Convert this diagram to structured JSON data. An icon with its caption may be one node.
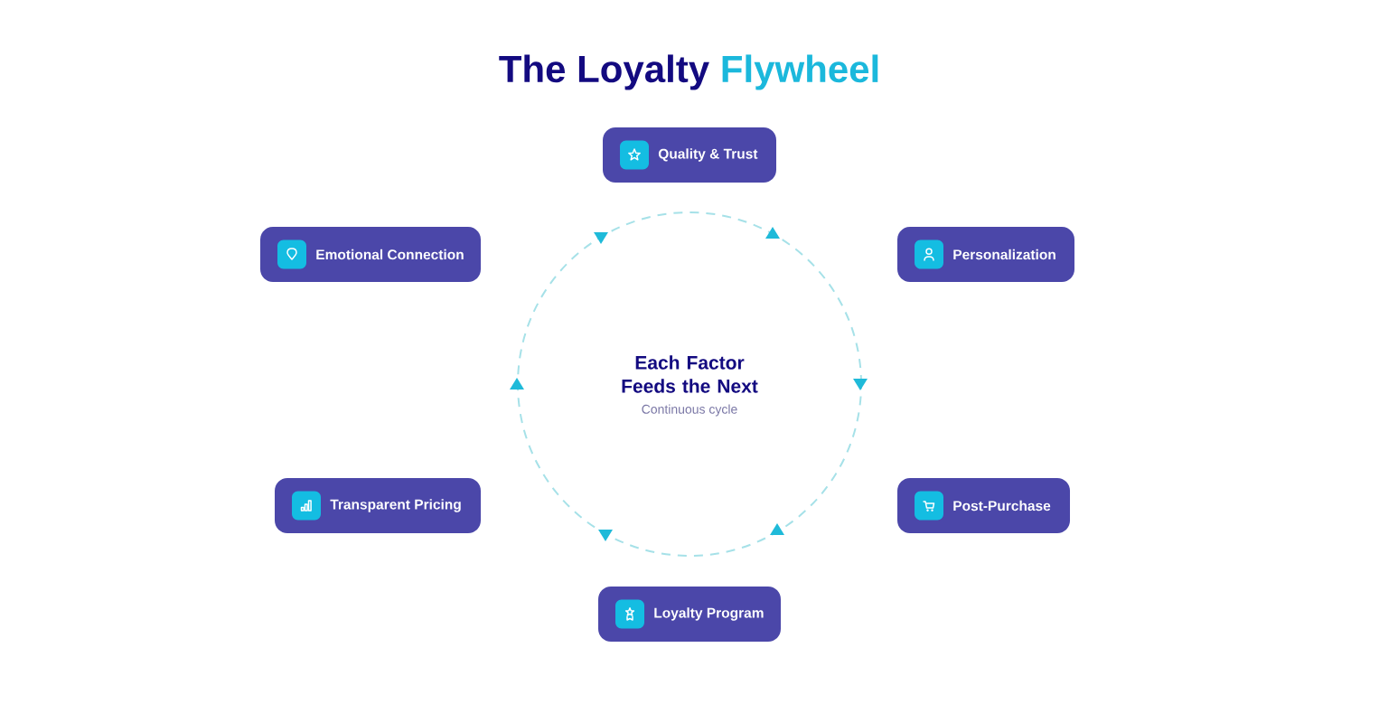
{
  "diagram": {
    "title": "The Loyalty Flywheel",
    "nodes": [
      {
        "text": [
          "Quality & Trust"
        ]
      },
      {
        "text": [
          "Emotional Connection"
        ]
      },
      {
        "text": [
          "Personalization"
        ]
      },
      {
        "text": [
          "Each Factor Feeds the Next",
          "Continuous cycle"
        ]
      },
      {
        "text": [
          "Transparent Pricing"
        ]
      },
      {
        "text": [
          "Post-Purchase"
        ]
      },
      {
        "text": [
          "Loyalty Program"
        ]
      }
    ]
  }
}
